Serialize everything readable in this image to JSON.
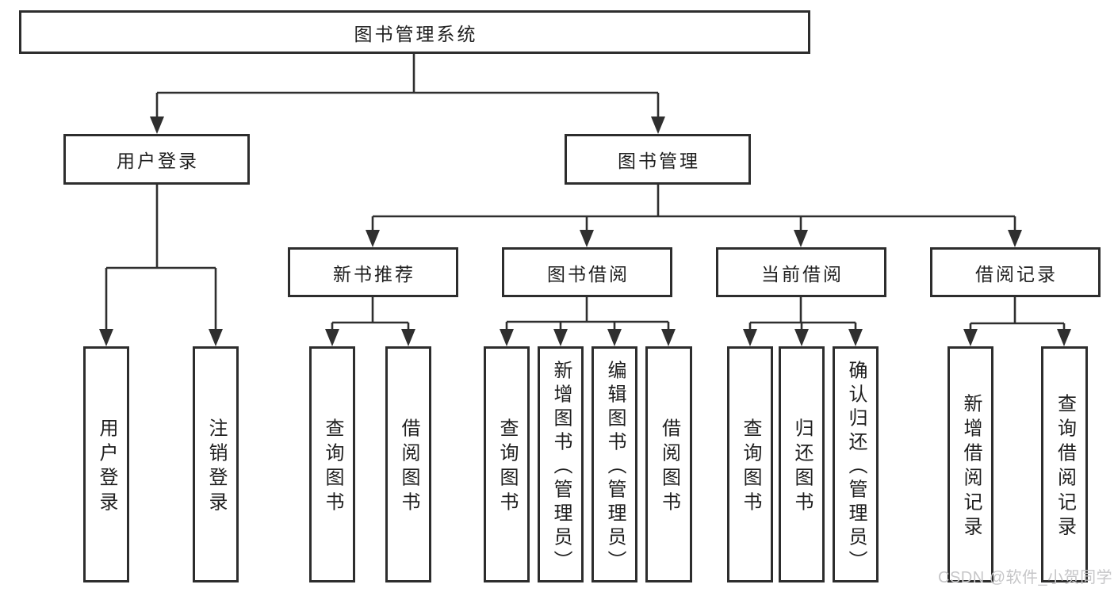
{
  "diagram": {
    "type": "tree",
    "colors": {
      "line": "#2f2f2f",
      "box_border": "#2d2d2d",
      "text": "#1f1f1f",
      "background": "#ffffff"
    },
    "root": {
      "label": "图书管理系统"
    },
    "level2": [
      {
        "label": "用户登录",
        "parent": "图书管理系统"
      },
      {
        "label": "图书管理",
        "parent": "图书管理系统"
      }
    ],
    "level3": [
      {
        "label": "新书推荐",
        "parent": "图书管理"
      },
      {
        "label": "图书借阅",
        "parent": "图书管理"
      },
      {
        "label": "当前借阅",
        "parent": "图书管理"
      },
      {
        "label": "借阅记录",
        "parent": "图书管理"
      }
    ],
    "leaves": [
      {
        "label": "用户登录",
        "parent": "用户登录"
      },
      {
        "label": "注销登录",
        "parent": "用户登录"
      },
      {
        "label": "查询图书",
        "parent": "新书推荐"
      },
      {
        "label": "借阅图书",
        "parent": "新书推荐"
      },
      {
        "label": "查询图书",
        "parent": "图书借阅"
      },
      {
        "label": "新增图书（管理员）",
        "parent": "图书借阅"
      },
      {
        "label": "编辑图书（管理员）",
        "parent": "图书借阅"
      },
      {
        "label": "借阅图书",
        "parent": "图书借阅"
      },
      {
        "label": "查询图书",
        "parent": "当前借阅"
      },
      {
        "label": "归还图书",
        "parent": "当前借阅"
      },
      {
        "label": "确认归还（管理员）",
        "parent": "当前借阅"
      },
      {
        "label": "新增借阅记录",
        "parent": "借阅记录"
      },
      {
        "label": "查询借阅记录",
        "parent": "借阅记录"
      }
    ]
  },
  "watermark": {
    "text": "CSDN @软件_小贺同学",
    "color": "#c6c6c8"
  }
}
